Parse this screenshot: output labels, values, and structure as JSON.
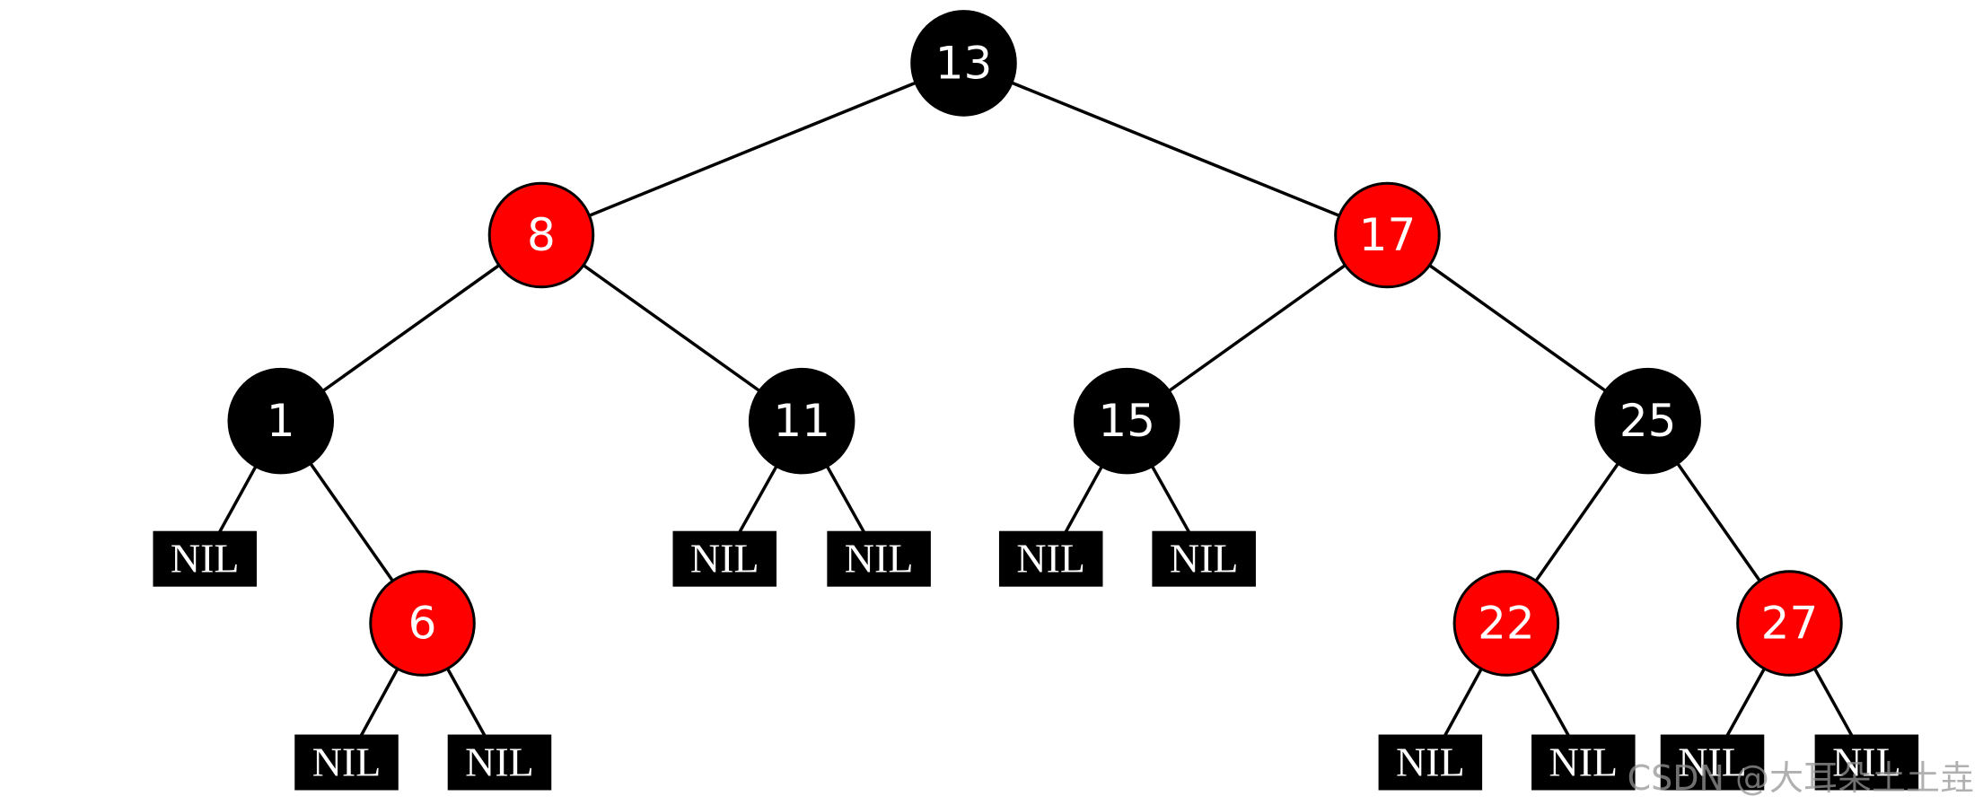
{
  "colors": {
    "red": "#ff0000",
    "black": "#000000",
    "text": "#ffffff"
  },
  "nil_label": "NIL",
  "nodes": [
    {
      "id": "n13",
      "label": "13",
      "color": "black"
    },
    {
      "id": "n8",
      "label": "8",
      "color": "red"
    },
    {
      "id": "n17",
      "label": "17",
      "color": "red"
    },
    {
      "id": "n1",
      "label": "1",
      "color": "black"
    },
    {
      "id": "n11",
      "label": "11",
      "color": "black"
    },
    {
      "id": "n15",
      "label": "15",
      "color": "black"
    },
    {
      "id": "n25",
      "label": "25",
      "color": "black"
    },
    {
      "id": "n6",
      "label": "6",
      "color": "red"
    },
    {
      "id": "n22",
      "label": "22",
      "color": "red"
    },
    {
      "id": "n27",
      "label": "27",
      "color": "red"
    }
  ],
  "edges": [
    [
      "n13",
      "n8"
    ],
    [
      "n13",
      "n17"
    ],
    [
      "n8",
      "n1"
    ],
    [
      "n8",
      "n11"
    ],
    [
      "n17",
      "n15"
    ],
    [
      "n17",
      "n25"
    ],
    [
      "n1",
      "nil1"
    ],
    [
      "n1",
      "n6"
    ],
    [
      "n11",
      "nil2"
    ],
    [
      "n11",
      "nil3"
    ],
    [
      "n15",
      "nil4"
    ],
    [
      "n15",
      "nil5"
    ],
    [
      "n25",
      "n22"
    ],
    [
      "n25",
      "n27"
    ],
    [
      "n6",
      "nil6"
    ],
    [
      "n6",
      "nil7"
    ],
    [
      "n22",
      "nil8"
    ],
    [
      "n22",
      "nil9"
    ],
    [
      "n27",
      "nil10"
    ],
    [
      "n27",
      "nil11"
    ]
  ],
  "watermark": "CSDN @大耳朵土土垚"
}
